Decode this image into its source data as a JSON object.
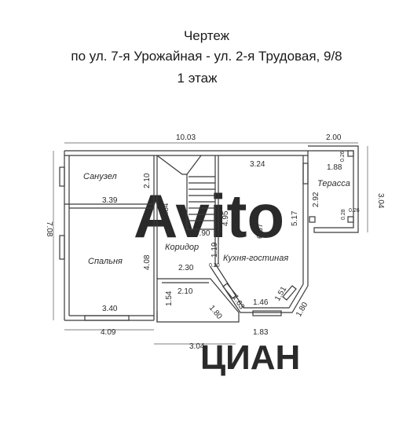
{
  "title": {
    "line1": "Чертеж",
    "line2": "по ул. 7-я Урожайная - ул. 2-я Трудовая, 9/8",
    "line3": "1 этаж"
  },
  "rooms": {
    "bath": "Санузел",
    "bedroom": "Спальня",
    "corridor": "Коридор",
    "kitchen": "Кухня-гостиная",
    "terrace": "Терасса"
  },
  "dims": {
    "top_total": "10.03",
    "terrace_top": "2.00",
    "terrace_w": "1.88",
    "terrace_h": "2.92",
    "right_total": "3.04",
    "left_total": "7.08",
    "bath_h": "2.10",
    "bath_w": "3.39",
    "bed_h": "4.08",
    "bed_w": "3.40",
    "bed_outer": "4.09",
    "stair_h": "4.84",
    "stair_h2": "4.95",
    "kitchen_w": "3.24",
    "kitchen_h": "6.37",
    "kitchen_r": "5.17",
    "corr_w": "0.90",
    "corr_h": "1.19",
    "corr_gap": "0.20",
    "porch_w_top": "2.30",
    "porch_w": "2.10",
    "porch_h": "1.54",
    "porch_bottom": "3.04",
    "bay_diag1": "1.80",
    "bay_diag2": "1.63",
    "bay_bottom": "1.46",
    "bay_diag3": "1.51",
    "bay_diag4": "1.80",
    "bay_outer": "1.83",
    "terr_post1": "0.26",
    "terr_post2": "0.26",
    "terr_post3": "0.28"
  },
  "watermark": {
    "top": "Avito",
    "bottom": "ЦИАН"
  },
  "colors": {
    "line": "#3a3a3a",
    "text": "#2a2a2a",
    "watermark": "#cfcfcf"
  }
}
